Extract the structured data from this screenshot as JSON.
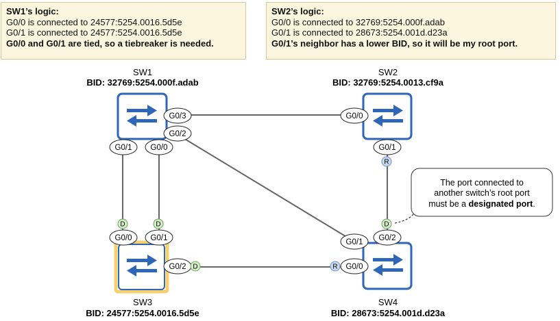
{
  "notes": {
    "sw1": {
      "title": "SW1’s logic:",
      "line1": "G0/0 is connected to 24577:5254.0016.5d5e",
      "line2": "G0/1 is connected to 24577:5254.0016.5d5e",
      "conclusion": "G0/0 and G0/1 are tied, so a tiebreaker is needed."
    },
    "sw2": {
      "title": "SW2’s logic:",
      "line1": "G0/0 is connected to 32769:5254.000f.adab",
      "line2": "G0/1 is connected to 28673:5254.001d.d23a",
      "conclusion": "G0/1’s neighbor has a lower BID, so it will be my root port."
    }
  },
  "switches": {
    "sw1": {
      "name": "SW1",
      "bid": "BID: 32769:5254.000f.adab"
    },
    "sw2": {
      "name": "SW2",
      "bid": "BID: 32769:5254.0013.cf9a"
    },
    "sw3": {
      "name": "SW3",
      "bid": "BID: 24577:5254.0016.5d5e"
    },
    "sw4": {
      "name": "SW4",
      "bid": "BID: 28673:5254.001d.d23a"
    }
  },
  "ports": {
    "sw1_g03": "G0/3",
    "sw1_g02": "G0/2",
    "sw1_g01": "G0/1",
    "sw1_g00": "G0/0",
    "sw2_g00": "G0/0",
    "sw2_g01": "G0/1",
    "sw3_g00": "G0/0",
    "sw3_g01": "G0/1",
    "sw3_g02": "G0/2",
    "sw4_g01": "G0/1",
    "sw4_g02": "G0/2",
    "sw4_g00": "G0/0"
  },
  "roles": {
    "designated": "D",
    "root": "R"
  },
  "callout": {
    "line1": "The port connected to",
    "line2": "another switch’s root port",
    "line3_prefix": "must be a ",
    "line3_bold": "designated port",
    "line3_suffix": "."
  },
  "colors": {
    "switch_border": "#2e66b8",
    "switch_icon": "#2e66b8",
    "root_bridge_highlight": "#f5d06e",
    "designated_fill": "#d4ecc8",
    "designated_stroke": "#6aa85a",
    "root_fill": "#c9d9f2",
    "root_stroke": "#6b8fc9",
    "link": "#666666",
    "note_bg": "#fdf6df"
  }
}
